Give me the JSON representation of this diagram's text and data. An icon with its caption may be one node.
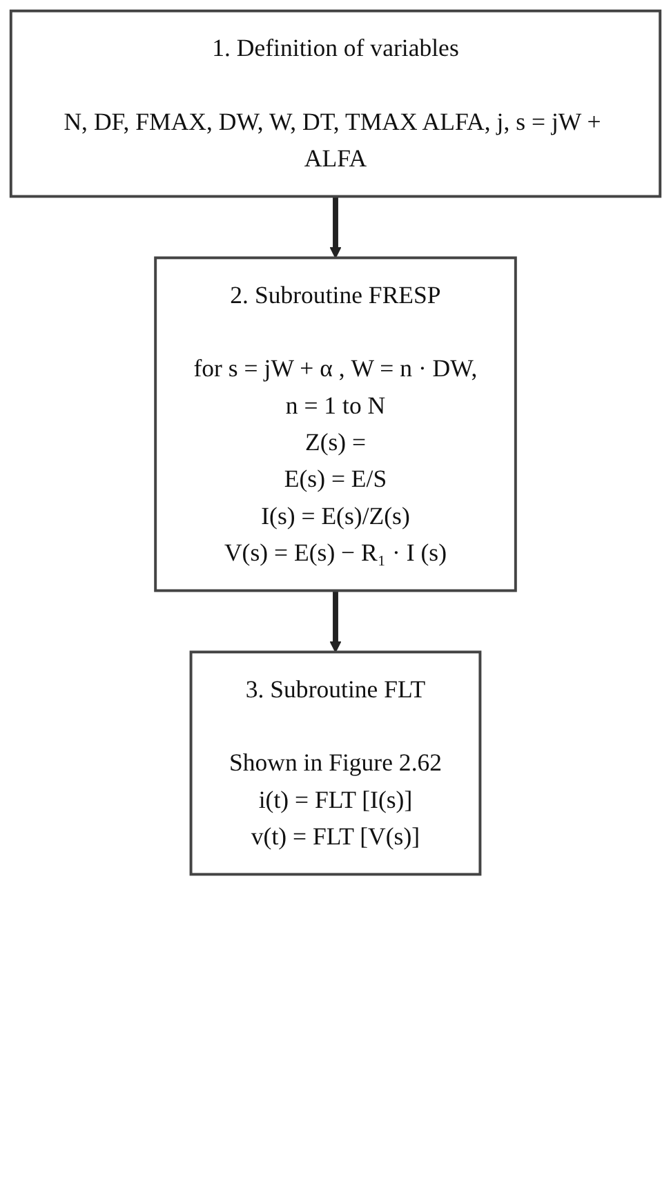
{
  "diagram": {
    "nodes": [
      {
        "text": [
          "1. Definition of variables",
          "N, DF, FMAX, DW, W, DT, TMAX ALFA, j, s = jW + ALFA"
        ]
      },
      {
        "text": [
          "2. Subroutine FRESP",
          "for s = jW + α , W = n · DW,",
          "n = 1 to N",
          "Z(s) =",
          "E(s) = E/S",
          "I(s) = E(s)/Z(s)",
          "V(s) = E(s) − R₁ · I (s)"
        ]
      },
      {
        "text": [
          "3. Subroutine FLT",
          "Shown in Figure 2.62",
          "i(t) = FLT [I(s)]",
          "v(t) = FLT [V(s)]"
        ]
      }
    ],
    "edges": [
      {
        "from": 0,
        "to": 1,
        "arrow": "to"
      },
      {
        "from": 1,
        "to": 2,
        "arrow": "to"
      }
    ]
  }
}
